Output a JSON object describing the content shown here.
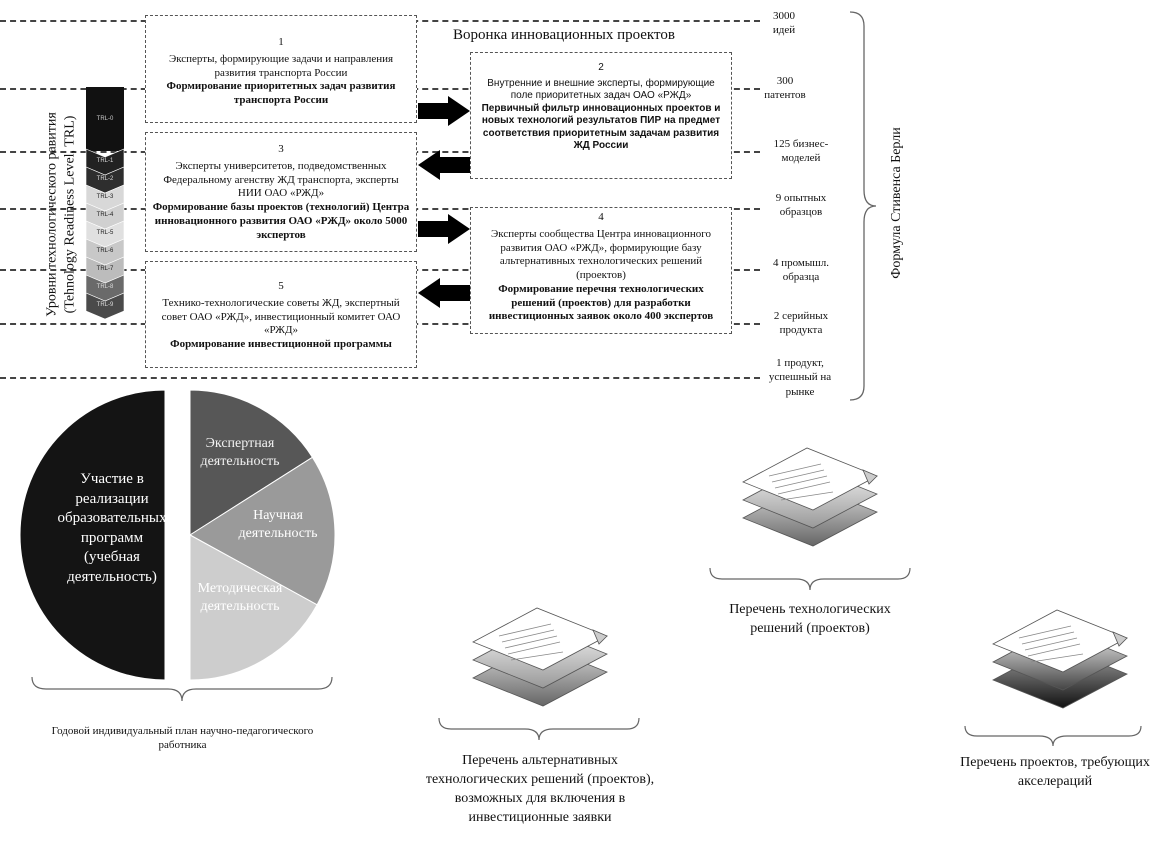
{
  "funnel": {
    "title": "Воронка инновационных проектов",
    "side_label": "Формула Стивенса Берли",
    "trl_axis_label": "Уровни технологического равития (Tehnology Readiness Level, TRL)",
    "trl_levels": [
      "TRL-0",
      "TRL-1",
      "TRL-2",
      "TRL-3",
      "TRL-4",
      "TRL-5",
      "TRL-6",
      "TRL-7",
      "TRL-8",
      "TRL-9"
    ],
    "levels": [
      {
        "label": "3000 идей"
      },
      {
        "label": "300 патентов"
      },
      {
        "label": "125 бизнес-моделей"
      },
      {
        "label": "9 опытных образцов"
      },
      {
        "label": "4 промышл. образца"
      },
      {
        "label": "2 серийных продукта"
      },
      {
        "label": "1 продукт, успешный на рынке"
      }
    ],
    "boxes": [
      {
        "num": "1",
        "text": "Эксперты, формирующие задачи и направления развития транспорта России",
        "bold": "Формирование приоритетных задач развития транспорта России"
      },
      {
        "num": "2",
        "text": "Внутренние и внешние эксперты, формирующие поле приоритетных задач ОАО «РЖД»",
        "bold": "Первичный фильтр инновационных проектов и новых технологий результатов ПИР на предмет соответствия приоритетным задачам развития ЖД России"
      },
      {
        "num": "3",
        "text": "Эксперты университетов, подведомственных Федеральному агенству ЖД транспорта, эксперты НИИ ОАО «РЖД»",
        "bold": "Формирование базы проектов (технологий) Центра инновационного развития ОАО «РЖД» около 5000 экспертов"
      },
      {
        "num": "4",
        "text": "Эксперты сообщества Центра инновационного развития ОАО «РЖД», формирующие базу альтернативных технологических решений (проектов)",
        "bold": "Формирование перечня технологических решений (проектов) для разработки инвестиционных заявок около 400 экспертов"
      },
      {
        "num": "5",
        "text": "Технико-технологические советы ЖД, экспертный совет ОАО «РЖД», инвестиционный комитет ОАО «РЖД»",
        "bold": "Формирование инвестиционной программы"
      }
    ]
  },
  "pie": {
    "caption": "Годовой индивидуальный план научно-педагогического работника",
    "segments": [
      {
        "label": "Участие в реализации образовательных программ (учебная деятельность)",
        "share": 0.5,
        "color": "#141414"
      },
      {
        "label": "Экспертная деятельность",
        "share": 0.16,
        "color": "#575757"
      },
      {
        "label": "Научная деятельность",
        "share": 0.17,
        "color": "#9a9a9a"
      },
      {
        "label": "Методическая деятельность",
        "share": 0.17,
        "color": "#cdcdcd"
      }
    ]
  },
  "documents": [
    {
      "caption": "Перечень альтернативных технологических решений (проектов), возможных для включения в инвестиционные заявки"
    },
    {
      "caption": "Перечень технологических решений (проектов)"
    },
    {
      "caption": "Перечень проектов, требующих акселераций"
    }
  ]
}
